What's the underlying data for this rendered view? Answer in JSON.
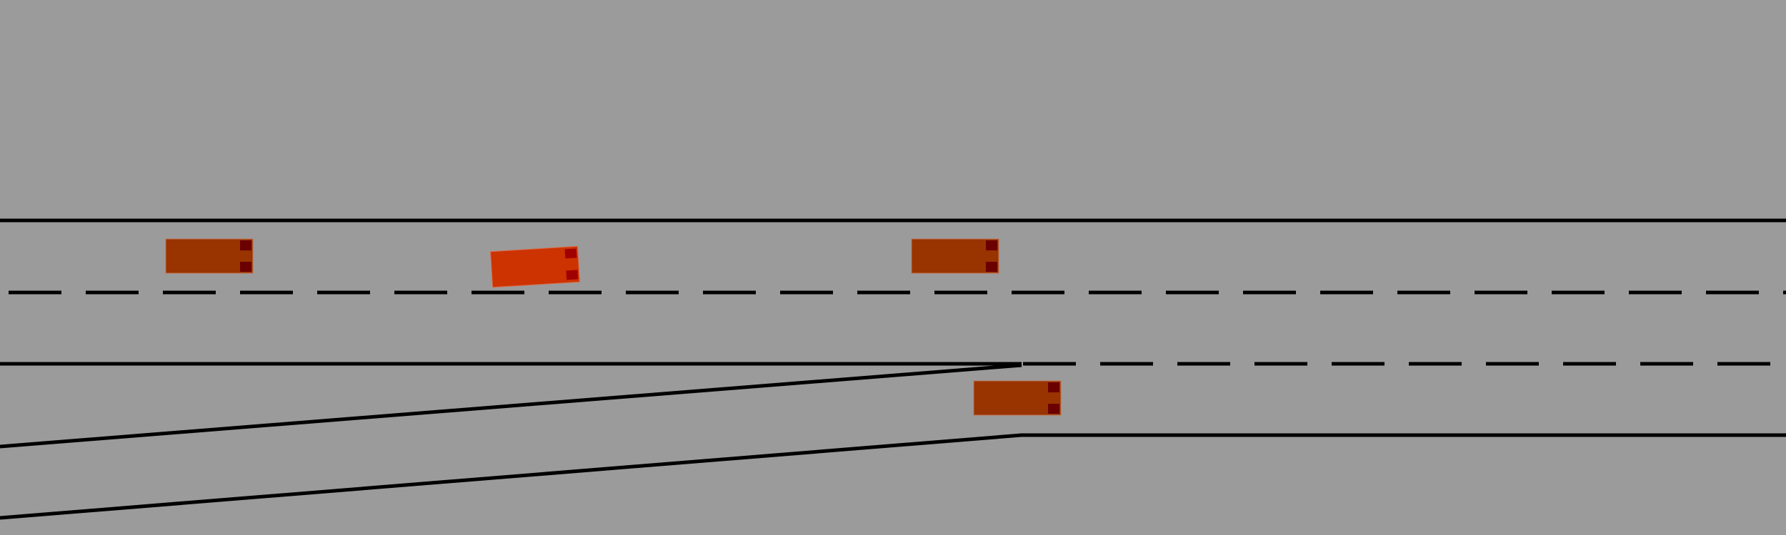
{
  "scene": {
    "background_color": "#9b9b9b",
    "line_color": "#000000"
  },
  "vehicles": [
    {
      "id": "vehicle-1",
      "role": "other",
      "body_color": "#993300",
      "light_color": "#6b0000",
      "heading": "right"
    },
    {
      "id": "vehicle-ego",
      "role": "ego",
      "body_color": "#cc3300",
      "light_color": "#a00000",
      "heading": "right"
    },
    {
      "id": "vehicle-2",
      "role": "other",
      "body_color": "#993300",
      "light_color": "#6b0000",
      "heading": "right"
    },
    {
      "id": "vehicle-3",
      "role": "other",
      "body_color": "#993300",
      "light_color": "#6b0000",
      "heading": "right"
    }
  ]
}
